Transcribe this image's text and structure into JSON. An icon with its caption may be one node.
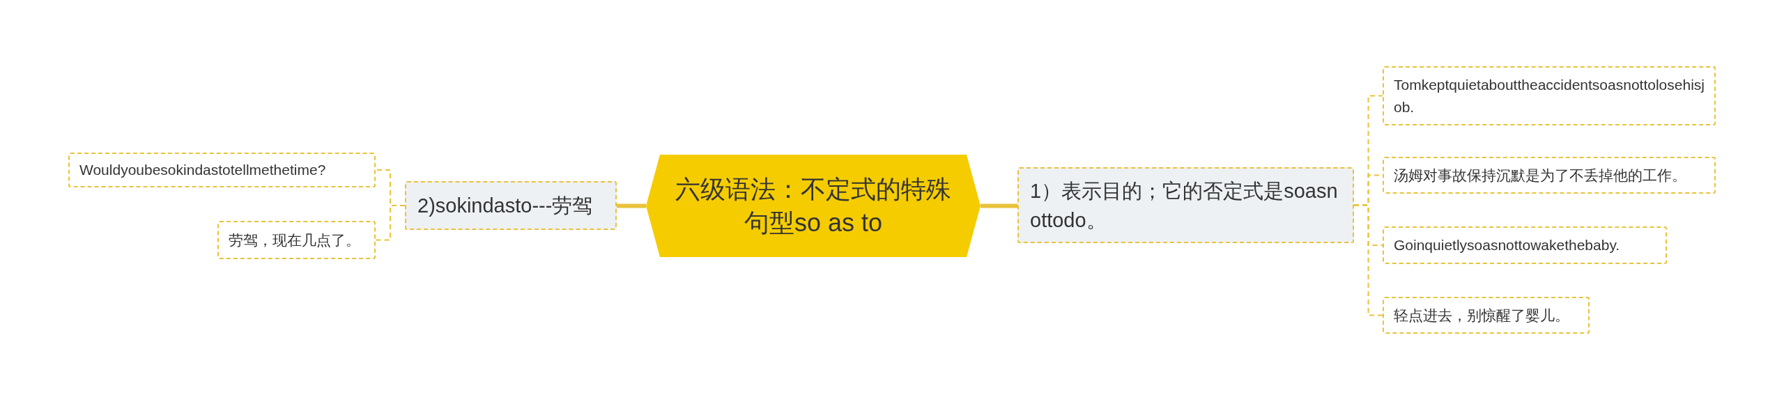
{
  "diagram": {
    "nodes": [
      {
        "text": [
          "六级语法：不定式的特殊句型so as to"
        ]
      },
      {
        "text": [
          "2)sokindasto---劳驾"
        ]
      },
      {
        "text": [
          "Wouldyoubesokindastotellmethetime?"
        ]
      },
      {
        "text": [
          "劳驾，现在几点了。"
        ]
      },
      {
        "text": [
          "1）表示目的；它的否定式是soasnottodo。"
        ]
      },
      {
        "text": [
          "Tomkeptquietabouttheaccidentsoasnottolosehisjob."
        ]
      },
      {
        "text": [
          "汤姆对事故保持沉默是为了不丢掉他的工作。"
        ]
      },
      {
        "text": [
          "Goinquietlysoasnottowakethebaby."
        ]
      },
      {
        "text": [
          "轻点进去，别惊醒了婴儿。"
        ]
      }
    ],
    "edges": [
      {
        "from": 0,
        "to": 1,
        "arrow": "none",
        "style": "thick"
      },
      {
        "from": 1,
        "to": 2,
        "arrow": "none",
        "style": "dashed"
      },
      {
        "from": 1,
        "to": 3,
        "arrow": "none",
        "style": "dashed"
      },
      {
        "from": 0,
        "to": 4,
        "arrow": "none",
        "style": "thick"
      },
      {
        "from": 4,
        "to": 5,
        "arrow": "none",
        "style": "dashed"
      },
      {
        "from": 4,
        "to": 6,
        "arrow": "none",
        "style": "dashed"
      },
      {
        "from": 4,
        "to": 7,
        "arrow": "none",
        "style": "dashed"
      },
      {
        "from": 4,
        "to": 8,
        "arrow": "none",
        "style": "dashed"
      }
    ]
  }
}
